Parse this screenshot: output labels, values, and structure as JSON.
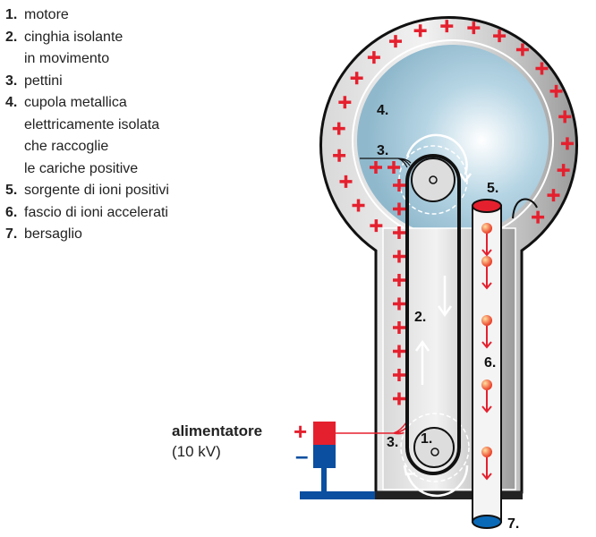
{
  "legend": [
    {
      "num": "1.",
      "text": "motore"
    },
    {
      "num": "2.",
      "text": "cinghia isolante\nin movimento"
    },
    {
      "num": "3.",
      "text": "pettini"
    },
    {
      "num": "4.",
      "text": "cupola metallica\nelettricamente isolata\nche raccoglie\nle cariche positive"
    },
    {
      "num": "5.",
      "text": "sorgente di ioni positivi"
    },
    {
      "num": "6.",
      "text": "fascio di ioni accelerati"
    },
    {
      "num": "7.",
      "text": "bersaglio"
    }
  ],
  "power_supply": {
    "title": "alimentatore",
    "voltage": "(10 kV)",
    "plus": "+",
    "minus": "–"
  },
  "diagram_labels": {
    "motor": "1.",
    "belt": "2.",
    "comb_top": "3.",
    "comb_bottom": "3.",
    "dome": "4.",
    "source": "5.",
    "beam": "6.",
    "target": "7."
  },
  "colors": {
    "charge": "#e5202e",
    "negative": "#0a4fa0",
    "dome": "#a9cadb",
    "metal": "#c8c8c8"
  }
}
